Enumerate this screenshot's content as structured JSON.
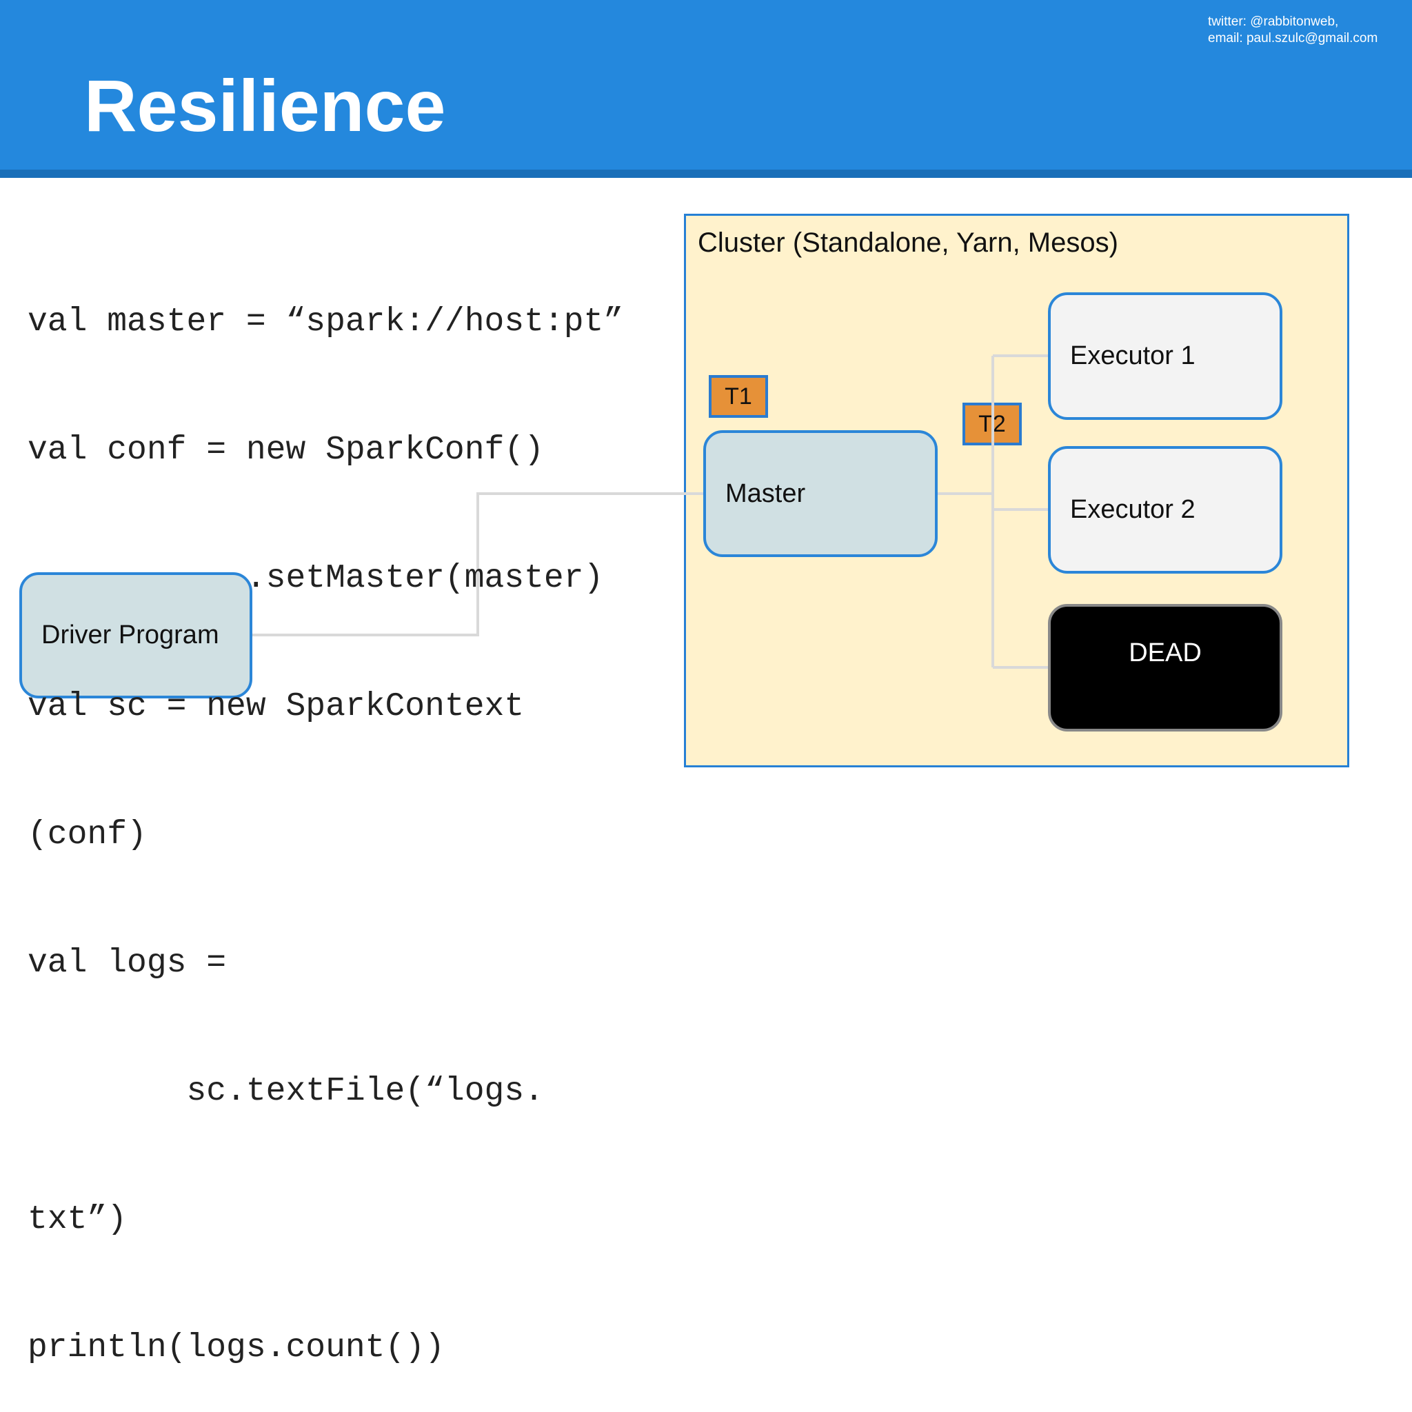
{
  "header": {
    "title": "Resilience",
    "contact_twitter": "twitter: @rabbitonweb,",
    "contact_email": "email: paul.szulc@gmail.com"
  },
  "code": {
    "lines": [
      "val master = “spark://host:pt”",
      "val conf = new SparkConf()",
      "           .setMaster(master)",
      "val sc = new SparkContext",
      "(conf)",
      "val logs =",
      "        sc.textFile(“logs.",
      "txt”)",
      "println(logs.count())"
    ]
  },
  "diagram": {
    "cluster_label": "Cluster (Standalone, Yarn, Mesos)",
    "driver_label": "Driver Program",
    "master_label": "Master",
    "executor1_label": "Executor 1",
    "executor2_label": "Executor 2",
    "dead_label": "DEAD",
    "task1_label": "T1",
    "task2_label": "T2"
  },
  "colors": {
    "header": "#2488dd",
    "cluster_fill": "#fff2cc",
    "box_border": "#2b86d8",
    "task_fill": "#e69138"
  }
}
